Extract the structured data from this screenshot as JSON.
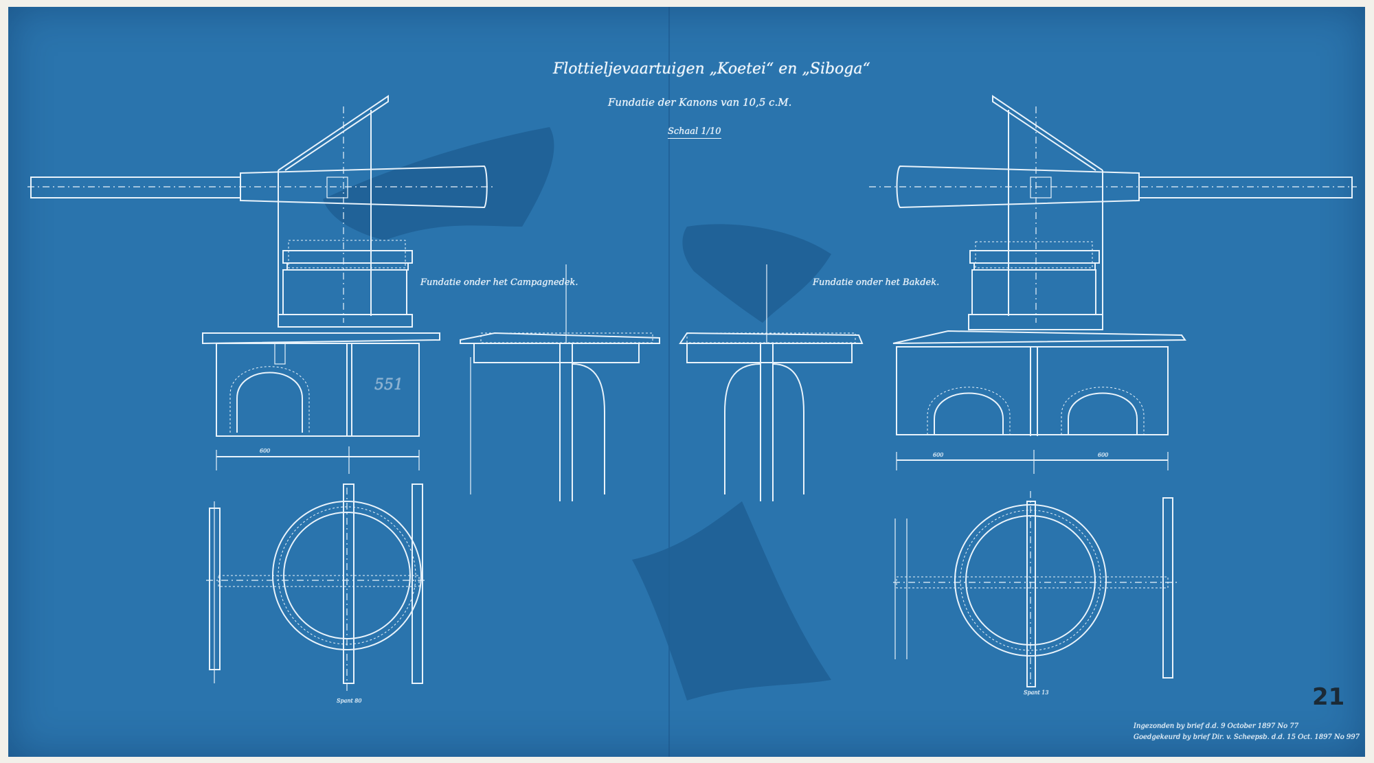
{
  "drawing": {
    "title": "Flottieljevaartuigen „Koetei“ en „Siboga“",
    "subtitle": "Fundatie der Kanons van 10,5 c.M.",
    "scale": "Schaal 1/10",
    "label_left": "Fundatie onder het Campagnedek.",
    "label_right": "Fundatie onder het Bakdek.",
    "note_line1": "Ingezonden by brief d.d. 9 October 1897 No 77",
    "note_line2": "Goedgekeurd by brief Dir. v. Scheepsb. d.d. 15 Oct. 1897 No 997",
    "sheet_number": "21",
    "stamp": "551",
    "spant_left": "Spant 80",
    "spant_right": "Spant 13",
    "dimensions": [
      "600",
      "600",
      "600"
    ]
  },
  "colors": {
    "paper": "#2a74ad",
    "lines": "#e9f3fb",
    "stain": "#1f5f94"
  }
}
